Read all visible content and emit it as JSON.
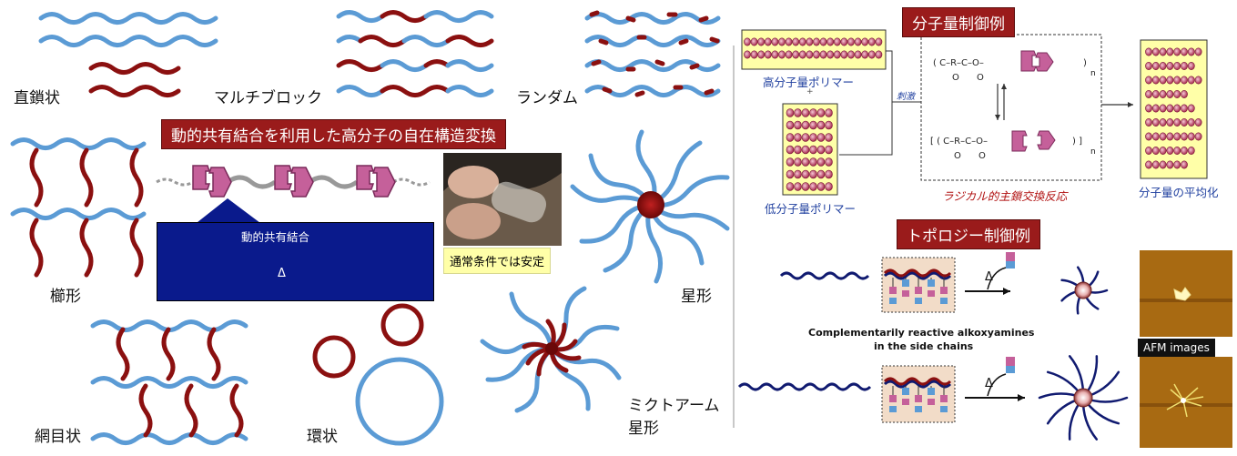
{
  "labels": {
    "linear": "直鎖状",
    "multiblock": "マルチブロック",
    "random": "ランダム",
    "comb": "櫛形",
    "star": "星形",
    "network": "網目状",
    "ring": "環状",
    "miktoarm_line1": "ミクトアーム",
    "miktoarm_line2": "星形"
  },
  "center": {
    "banner": "動的共有結合を利用した高分子の自在構造変換",
    "bond_label": "動的共有結合",
    "delta": "Δ",
    "stable_note": "通常条件では安定"
  },
  "mw_control": {
    "banner": "分子量制御例",
    "high_mw": "高分子量ポリマー",
    "plus": "+",
    "low_mw": "低分子量ポリマー",
    "stimulus": "刺激",
    "reaction": "ラジカル的主鎖交換反応",
    "average": "分子量の平均化",
    "n": "n"
  },
  "topology_control": {
    "banner": "トポロジー制御例",
    "delta": "Δ",
    "caption_line1": "Complementarily reactive alkoxyamines",
    "caption_line2": "in the side chains",
    "afm": "AFM images"
  },
  "colors": {
    "blue_chain": "#5b9bd5",
    "red_chain": "#8b1010",
    "banner_red": "#9a1b1b",
    "navy": "#0a1a8c",
    "note_yellow": "#ffffa8"
  }
}
